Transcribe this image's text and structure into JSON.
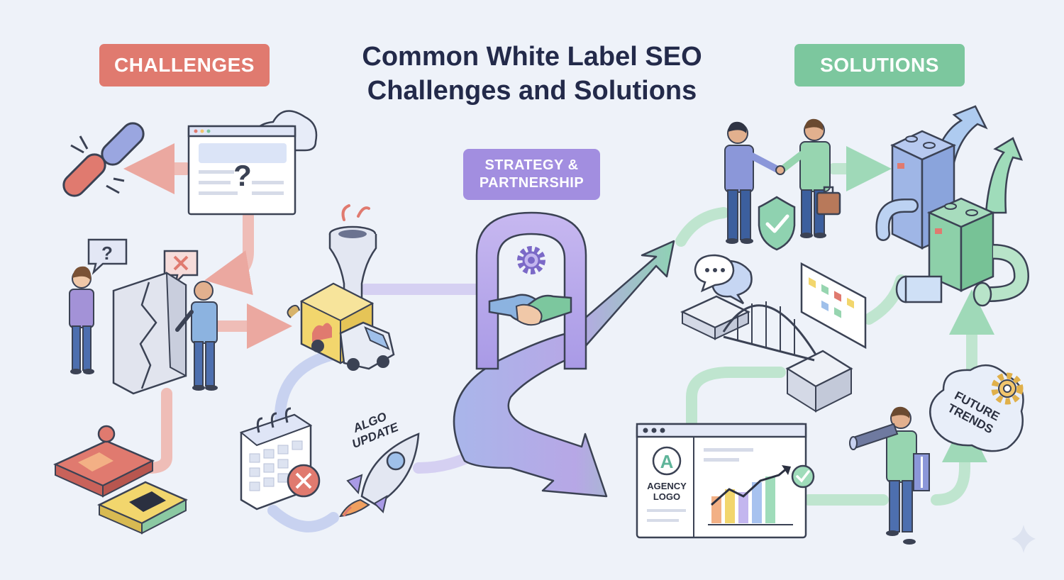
{
  "title_line1": "Common White Label SEO",
  "title_line2": "Challenges and Solutions",
  "challenges_label": "CHALLENGES",
  "solutions_label": "SOLUTIONS",
  "strategy_line1": "STRATEGY &",
  "strategy_line2": "PARTNERSHIP",
  "algo_line1": "ALGO",
  "algo_line2": "UPDATE",
  "agency_line1": "AGENCY",
  "agency_line2": "LOGO",
  "future_line1": "FUTURE",
  "future_line2": "TRENDS",
  "icons": [
    "broken-link-icon",
    "browser-question-icon",
    "cloud-icon",
    "speech-question-icon",
    "error-x-icon",
    "cracked-wall-icon",
    "puzzle-icon",
    "delivery-truck-icon",
    "funnel-icon",
    "calendar-x-icon",
    "rocket-icon",
    "gear-icon",
    "handshake-icon",
    "shield-check-icon",
    "briefcase-icon",
    "chat-bubble-icon",
    "bridge-icon",
    "kanban-board-icon",
    "agency-dashboard-icon",
    "bar-chart-icon",
    "check-badge-icon",
    "building-blocks-icon",
    "telescope-icon",
    "book-icon",
    "sparkle-icon"
  ],
  "colors": {
    "background": "#eef2f9",
    "challenges": "#e07a6f",
    "solutions": "#7cc79e",
    "strategy": "#a28ee0",
    "title": "#232a4a"
  }
}
